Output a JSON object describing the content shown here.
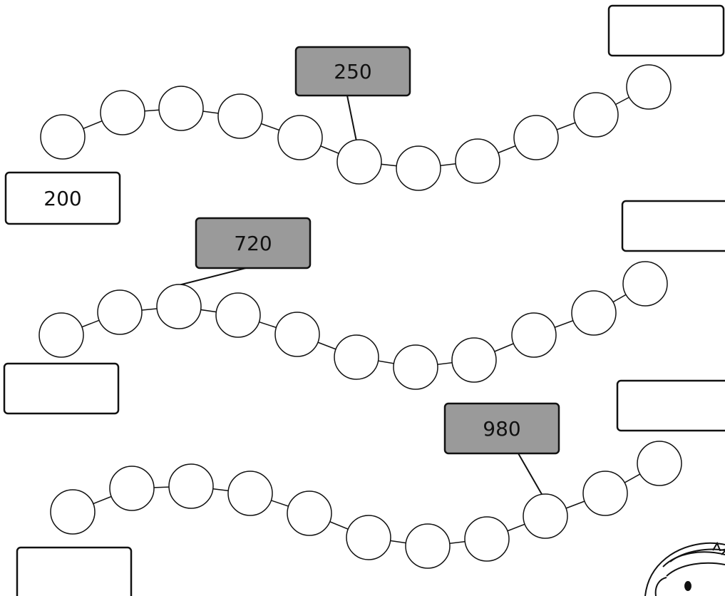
{
  "chains": [
    {
      "start_label": "200",
      "end_label": "",
      "marker_label": "250",
      "marker_index": 5,
      "bead_count": 11
    },
    {
      "start_label": "",
      "end_label": "",
      "marker_label": "720",
      "marker_index": 2,
      "bead_count": 11
    },
    {
      "start_label": "",
      "end_label": "",
      "marker_label": "980",
      "marker_index": 8,
      "bead_count": 11
    }
  ],
  "colors": {
    "marker_fill": "#9a9a9a",
    "box_fill": "#ffffff",
    "line": "#111111"
  },
  "decoration": "cartoon-child-icon"
}
